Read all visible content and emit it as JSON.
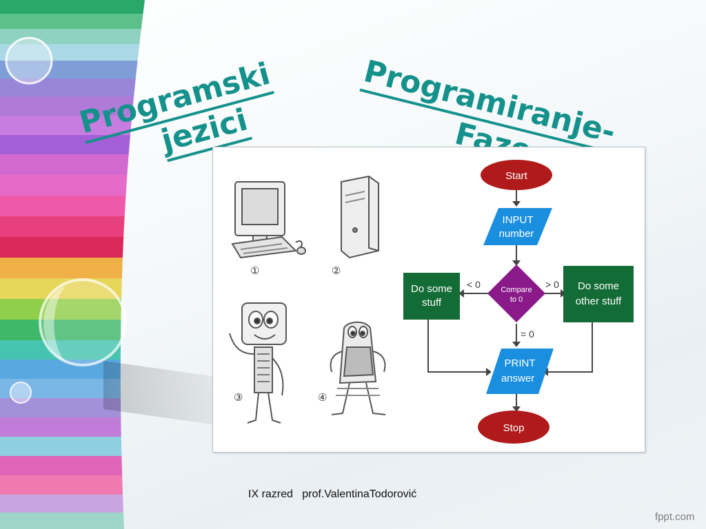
{
  "slide": {
    "title_left_line1": "Programski",
    "title_left_line2": "jezici",
    "title_right_line1": "Programiranje-",
    "title_right_line2": "Faze",
    "footer": "IX razred   prof.ValentinaTodorović",
    "brand": "fppt.com",
    "accent_color": "#15918c"
  },
  "illustration": {
    "phase_numbers": [
      "①",
      "②",
      "③",
      "④"
    ],
    "flowchart": {
      "start": "Start",
      "input_line1": "INPUT",
      "input_line2": "number",
      "decision_line1": "Compare",
      "decision_line2": "to 0",
      "left_box_line1": "Do some",
      "left_box_line2": "stuff",
      "right_box_line1": "Do some",
      "right_box_line2": "other stuff",
      "label_less": "< 0",
      "label_greater": "> 0",
      "label_equal": "= 0",
      "print_line1": "PRINT",
      "print_line2": "answer",
      "stop": "Stop",
      "colors": {
        "terminal": "#b01a1a",
        "io": "#1a8fe0",
        "decision": "#8a1a8a",
        "process": "#136b36"
      }
    }
  }
}
